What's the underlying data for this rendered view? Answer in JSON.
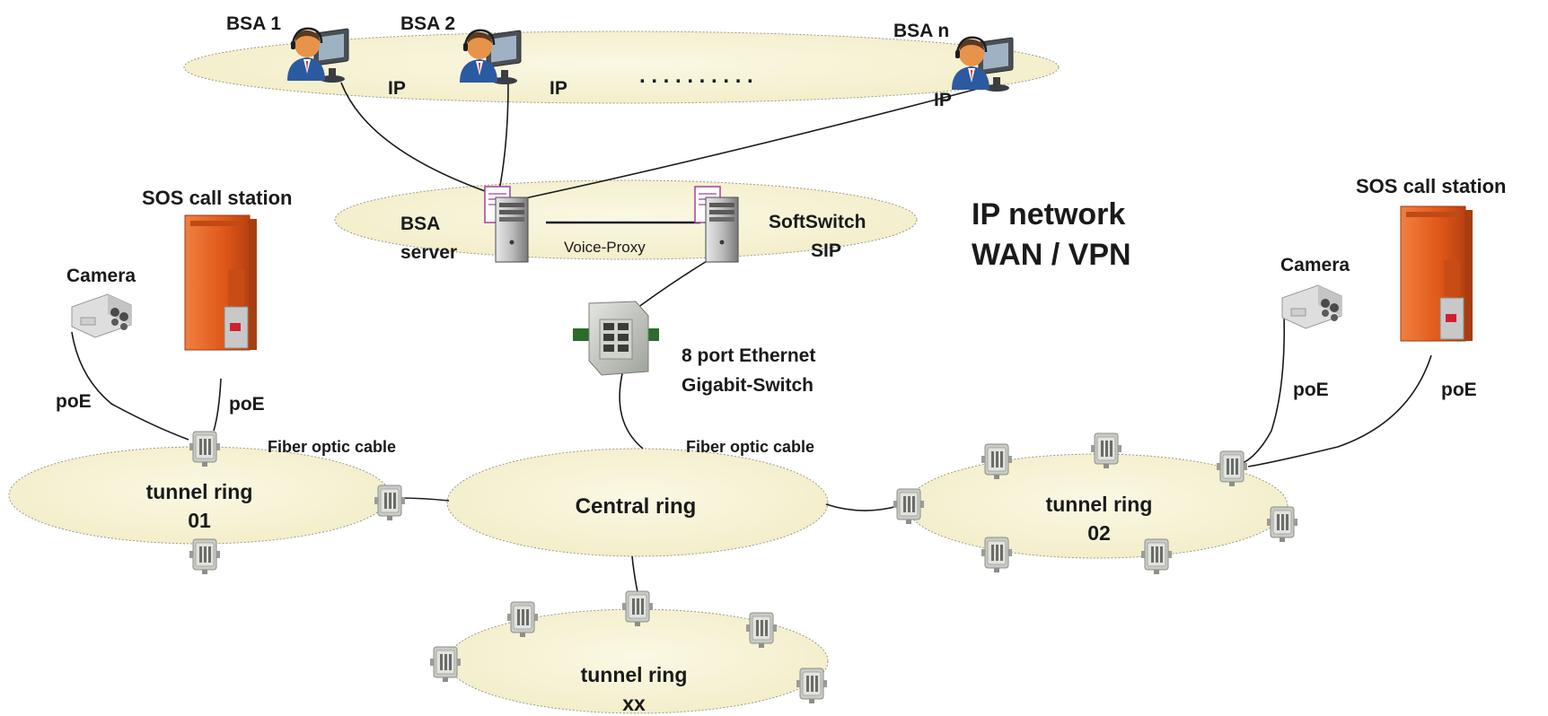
{
  "users": [
    {
      "label": "BSA 1",
      "ip": "IP"
    },
    {
      "label": "BSA 2",
      "ip": "IP"
    },
    {
      "label": "BSA n",
      "ip": "IP"
    }
  ],
  "ellipsis": ". . . . . . . . . .",
  "servers": {
    "bsa_line1": "BSA",
    "bsa_line2": "server",
    "proxy": "Voice-Proxy",
    "softswitch_line1": "SoftSwitch",
    "softswitch_line2": "SIP"
  },
  "network": {
    "line1": "IP network",
    "line2": "WAN / VPN"
  },
  "switch": {
    "line1": "8 port Ethernet",
    "line2": "Gigabit-Switch"
  },
  "left_side": {
    "sos": "SOS call station",
    "camera": "Camera",
    "poe_camera": "poE",
    "poe_sos": "poE"
  },
  "right_side": {
    "sos": "SOS call station",
    "camera": "Camera",
    "poe_camera": "poE",
    "poe_sos": "poE"
  },
  "fiber_left": "Fiber optic cable",
  "fiber_center": "Fiber optic cable",
  "rings": {
    "ring01_line1": "tunnel ring",
    "ring01_line2": "01",
    "central": "Central ring",
    "ring02_line1": "tunnel ring",
    "ring02_line2": "02",
    "ringxx_line1": "tunnel ring",
    "ringxx_line2": "xx"
  },
  "colors": {
    "ellipse_fill": "#f7f3d6",
    "ellipse_stroke": "#9a9a8a",
    "sos_orange": "#e0601c",
    "server_purple": "#a040a0",
    "text": "#1a1a1a"
  }
}
